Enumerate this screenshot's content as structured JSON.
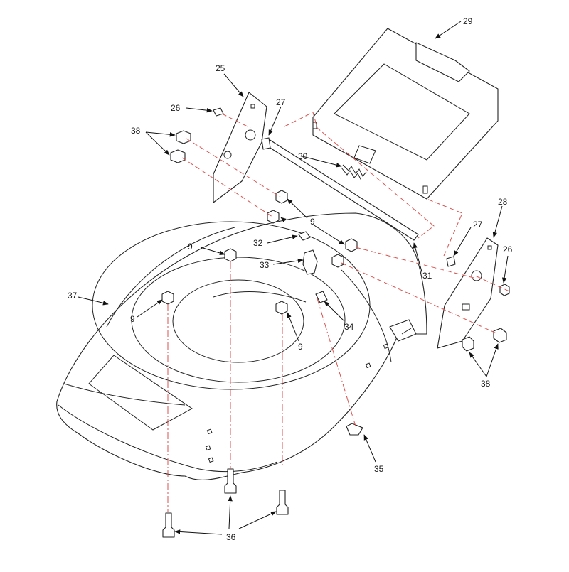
{
  "callouts": {
    "c9a": "9",
    "c9b": "9",
    "c9c": "9",
    "c9d": "9",
    "c25": "25",
    "c26a": "26",
    "c26b": "26",
    "c27a": "27",
    "c27b": "27",
    "c28": "28",
    "c29": "29",
    "c30": "30",
    "c31": "31",
    "c32": "32",
    "c33": "33",
    "c34": "34",
    "c35": "35",
    "c36": "36",
    "c37": "37",
    "c38a": "38",
    "c38b": "38"
  },
  "colors": {
    "line": "#222222",
    "guide": "#d9534f",
    "background": "#ffffff"
  }
}
